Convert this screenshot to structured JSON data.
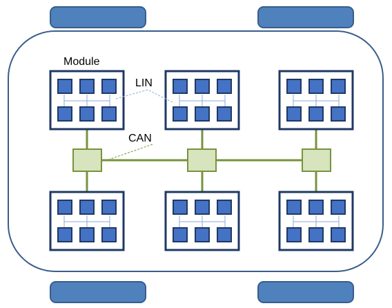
{
  "labels": {
    "module": "Module",
    "lin": "LIN",
    "can": "CAN"
  },
  "colors": {
    "wheel_fill": "#4f81bd",
    "wheel_stroke": "#385d8a",
    "body_stroke": "#385d8a",
    "module_stroke": "#1f3864",
    "ecu_fill": "#4472c4",
    "ecu_stroke": "#203864",
    "lin_line": "#8ea9db",
    "can_line": "#77933c",
    "can_node_fill": "#d7e4bd",
    "can_node_stroke": "#77933c",
    "text": "#000000"
  }
}
